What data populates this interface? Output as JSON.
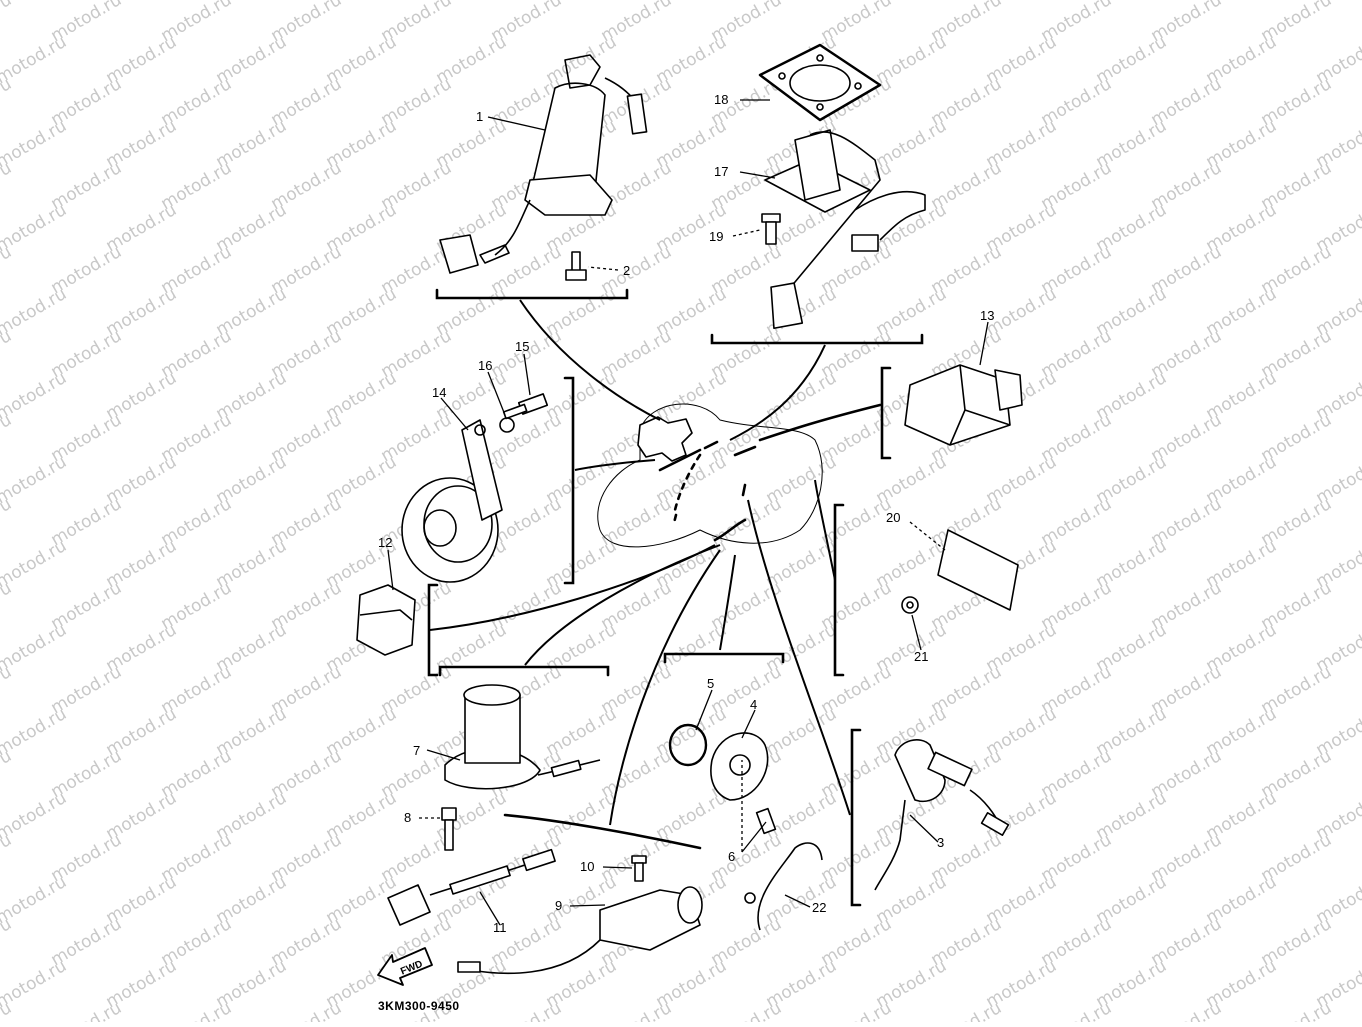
{
  "watermark": "motod.ru",
  "diagram_code": "3KM300-9450",
  "fwd_label": "FWD",
  "callouts": [
    "1",
    "2",
    "3",
    "4",
    "5",
    "6",
    "7",
    "8",
    "9",
    "10",
    "11",
    "12",
    "13",
    "14",
    "15",
    "16",
    "17",
    "18",
    "19",
    "20",
    "21",
    "22"
  ]
}
